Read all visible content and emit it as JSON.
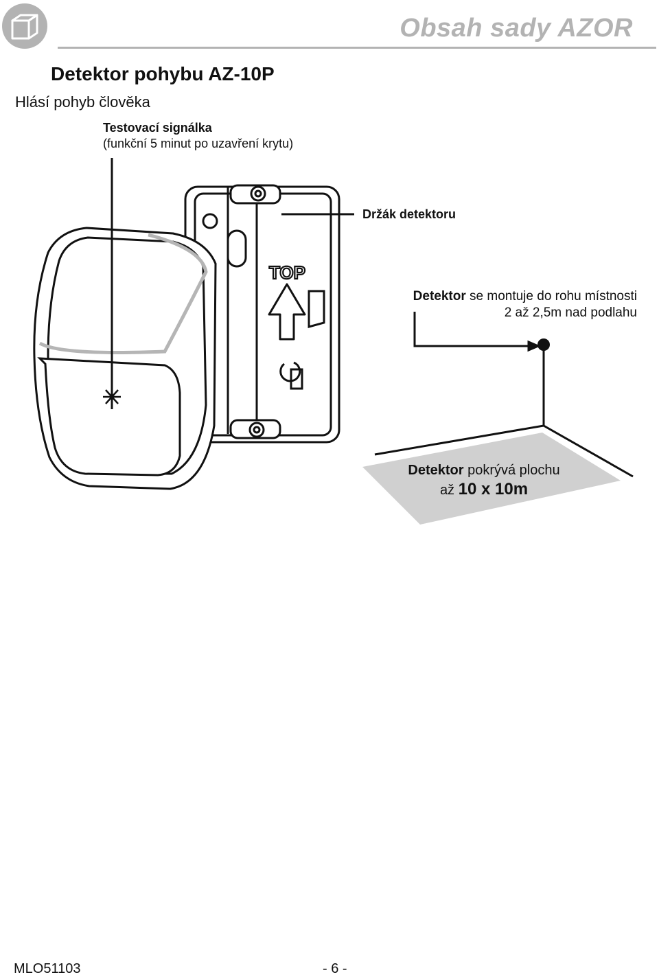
{
  "header": {
    "section_title": "Obsah sady AZOR",
    "icon": "box-icon"
  },
  "product": {
    "title": "Detektor pohybu AZ-10P",
    "subtitle": "Hlásí pohyb člověka"
  },
  "callouts": {
    "signal_lamp_title": "Testovací signálka",
    "signal_lamp_note": "(funkční 5 minut po uzavření krytu)",
    "holder_label": "Držák  detektoru",
    "top_marking": "TOP",
    "mounting_bold": "Detektor",
    "mounting_text": " se montuje do rohu místnosti",
    "mounting_height": "2 až 2,5m nad podlahu",
    "coverage_bold": "Detektor",
    "coverage_text": " pokrývá plochu",
    "coverage_prefix": "až ",
    "coverage_area": "10 x 10m"
  },
  "footer": {
    "doc_code": "MLO51103",
    "page_number": "- 6 -"
  },
  "colors": {
    "header_gray": "#b3b3b3",
    "coverage_gray": "#d0d0d0",
    "line": "#111111"
  }
}
